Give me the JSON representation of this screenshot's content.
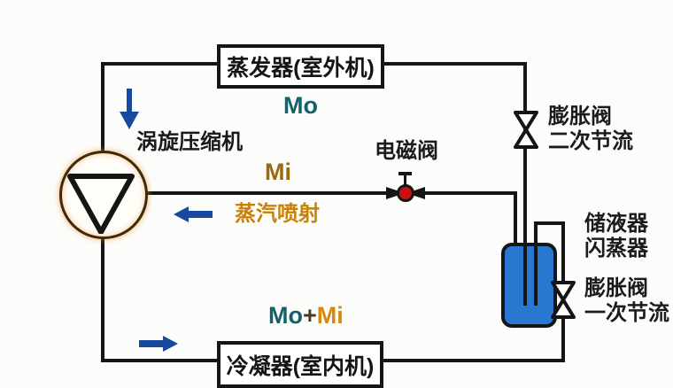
{
  "diagram": {
    "title_semantic": "vapor-injection scroll compressor refrigeration cycle",
    "background_color": "#fcfcfa",
    "line_color": "#151515",
    "arrow_color": "#17499e",
    "tank_fill_color": "#2878d2",
    "solenoid_dot_color": "#c41212",
    "compressor_ring_color": "#402808",
    "boxes": {
      "evaporator": "蒸发器(室外机)",
      "condenser": "冷凝器(室内机)"
    },
    "components": {
      "compressor": "涡旋压缩机",
      "solenoid_valve": "电磁阀",
      "expansion_valve_secondary": {
        "line1": "膨胀阀",
        "line2": "二次节流"
      },
      "receiver_flash_tank": {
        "line1": "储液器",
        "line2": "闪蒸器"
      },
      "expansion_valve_primary": {
        "line1": "膨胀阀",
        "line2": "一次节流"
      }
    },
    "flows": {
      "mo": {
        "text": "Mo",
        "color": "#14616b"
      },
      "mi": {
        "text": "Mi",
        "color": "#996a10"
      },
      "steam_injection": {
        "text": "蒸汽喷射",
        "color": "#c8820a"
      },
      "mo_plus_mi": {
        "mo": "Mo",
        "plus": "+",
        "mi": "Mi",
        "mo_color": "#14616b",
        "mi_color": "#d8880c"
      }
    }
  }
}
